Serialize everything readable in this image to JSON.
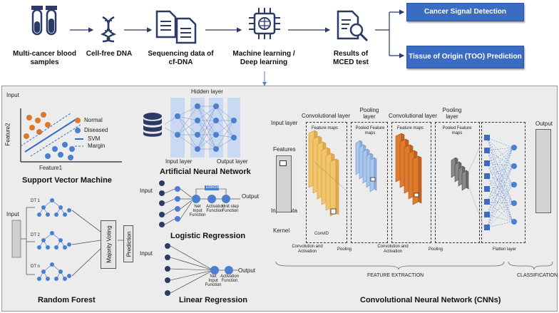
{
  "pipeline": {
    "steps": [
      {
        "label": "Multi-cancer blood samples",
        "icon": "blood-tubes-icon"
      },
      {
        "label": "Cell-free DNA",
        "icon": "dna-icon"
      },
      {
        "label": "Sequencing data of cf-DNA",
        "icon": "documents-icon"
      },
      {
        "label": "Machine learning / Deep learning",
        "icon": "chip-brain-icon"
      },
      {
        "label": "Results of MCED test",
        "icon": "report-magnifier-icon"
      }
    ],
    "outputs": [
      "Cancer Signal Detection",
      "Tissue of Origin (TOO) Prediction"
    ]
  },
  "svm": {
    "title": "Support Vector Machine",
    "input": "Input",
    "feature1": "Feature1",
    "feature2": "Feature2",
    "legend": [
      "Normal",
      "Diseased",
      "SVM",
      "Margin"
    ]
  },
  "ann": {
    "title": "Artificial Neural Network",
    "hidden": "Hidden layer",
    "input_layer": "Input layer",
    "output_layer": "Output layer"
  },
  "rf": {
    "title": "Random Forest",
    "input": "Input",
    "trees": [
      "DT 1",
      "DT 2",
      "DT n"
    ],
    "voting": "Majority Voting",
    "prediction": "Prediction"
  },
  "logistic": {
    "title": "Logistic Regression",
    "input": "Input",
    "output": "Output",
    "error": "ERROR",
    "net_input": "Net Input Function",
    "activation": "Activation Function",
    "unit_step": "Unit step Function"
  },
  "linear": {
    "title": "Linear Regression",
    "input": "Input",
    "output": "Output",
    "net_input": "Net Input Function",
    "activation": "Activation Function"
  },
  "cnn": {
    "title": "Convolutional Neural Network (CNNs)",
    "input_layer": "Input layer",
    "features": "Features",
    "input_data": "Input Data",
    "kernel": "Kernel",
    "conv1": "Convolutional layer",
    "feature_maps1": "Feature maps",
    "conv1d": "ConvID",
    "pool1": "Pooling layer",
    "pooled_maps1": "Pooled Feature maps",
    "conv2": "Convolutional layer",
    "feature_maps2": "Feature maps",
    "pool2": "Pooling layer",
    "pooled_maps2": "Pooled Feature maps",
    "output": "Output",
    "b_conv1": "Convolution and Activation",
    "b_pool1": "Pooling",
    "b_conv2": "Convolution and Activation",
    "b_pool2": "Pooling",
    "b_flatten": "Flatten layer",
    "feature_extraction": "FEATURE EXTRACTION",
    "classification": "CLASSIFICATION"
  },
  "colors": {
    "accent_blue": "#3b6cc4",
    "node_blue": "#4a7fd0",
    "icon_navy": "#2b3a67",
    "normal_orange": "#d97a2b",
    "cnn_yellow": "#f2c56a",
    "cnn_lightblue": "#a9c7ec",
    "cnn_orange": "#e07a2c",
    "cnn_gray": "#8a8a8a"
  }
}
